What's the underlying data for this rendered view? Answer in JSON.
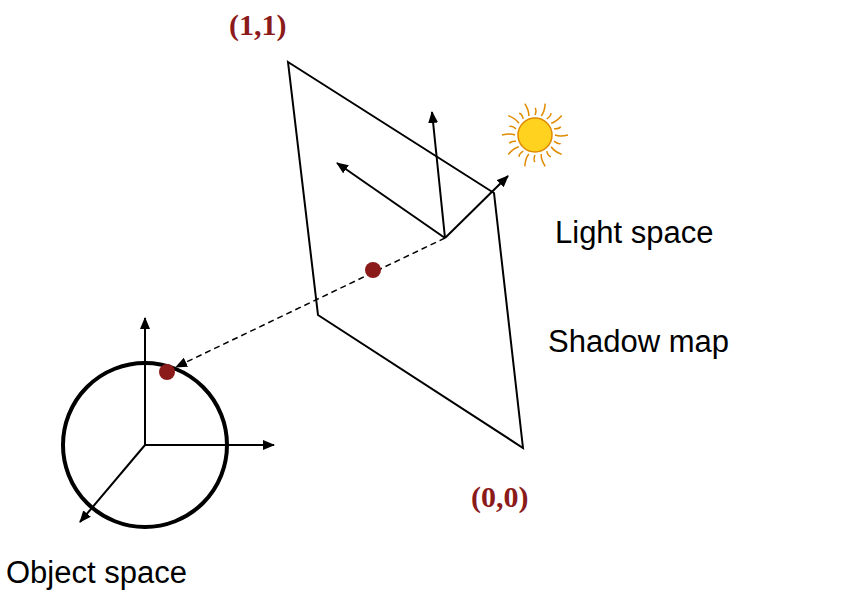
{
  "diagram": {
    "labels": [
      "(1,1)",
      "Light space",
      "Shadow map",
      "(0,0)",
      "Object space"
    ]
  }
}
